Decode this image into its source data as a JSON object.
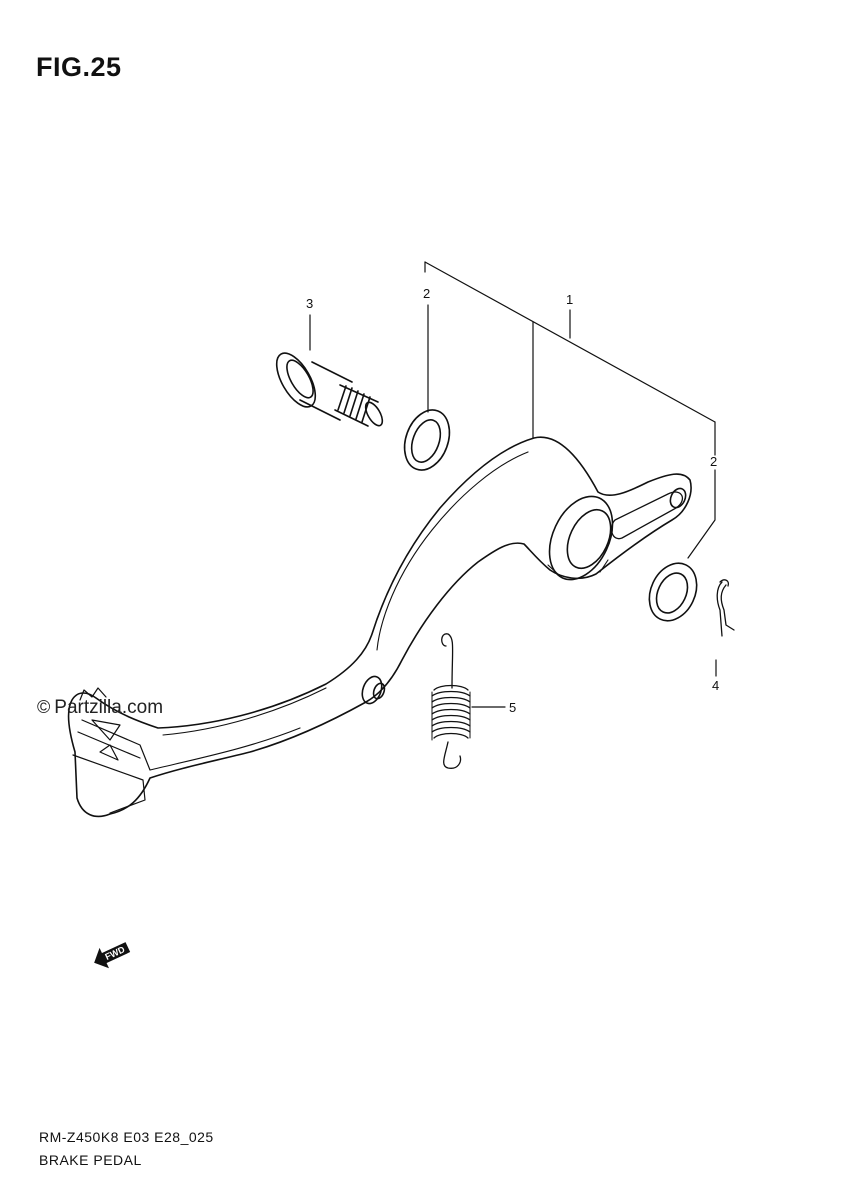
{
  "figure": {
    "title": "FIG.25"
  },
  "watermark": {
    "symbol": "©",
    "text": "Partzilla.com"
  },
  "callouts": [
    {
      "id": "1",
      "label": "1"
    },
    {
      "id": "2a",
      "label": "2"
    },
    {
      "id": "2b",
      "label": "2"
    },
    {
      "id": "3",
      "label": "3"
    },
    {
      "id": "4",
      "label": "4"
    },
    {
      "id": "5",
      "label": "5"
    }
  ],
  "direction_badge": {
    "label": "FWD"
  },
  "footer": {
    "model_code": "RM-Z450K8 E03 E28_025",
    "caption": "BRAKE PEDAL"
  },
  "icons": [
    "fwd-arrow-icon",
    "copyright-icon"
  ]
}
